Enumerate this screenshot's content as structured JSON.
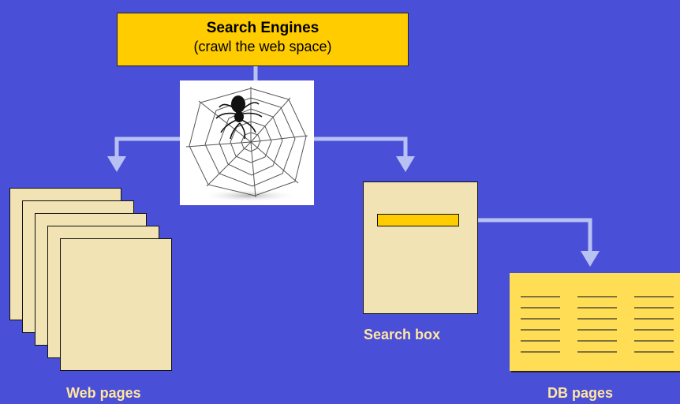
{
  "title": {
    "line1": "Search Engines",
    "line2": "(crawl the web space)"
  },
  "labels": {
    "web_pages": "Web pages",
    "search_box": "Search box",
    "db_pages": "DB pages"
  },
  "colors": {
    "background": "#4a4fd8",
    "title_fill": "#ffcc00",
    "page_fill": "#f1e3b3",
    "arrow": "#b8c2f2",
    "label_text": "#ffe6a0"
  }
}
